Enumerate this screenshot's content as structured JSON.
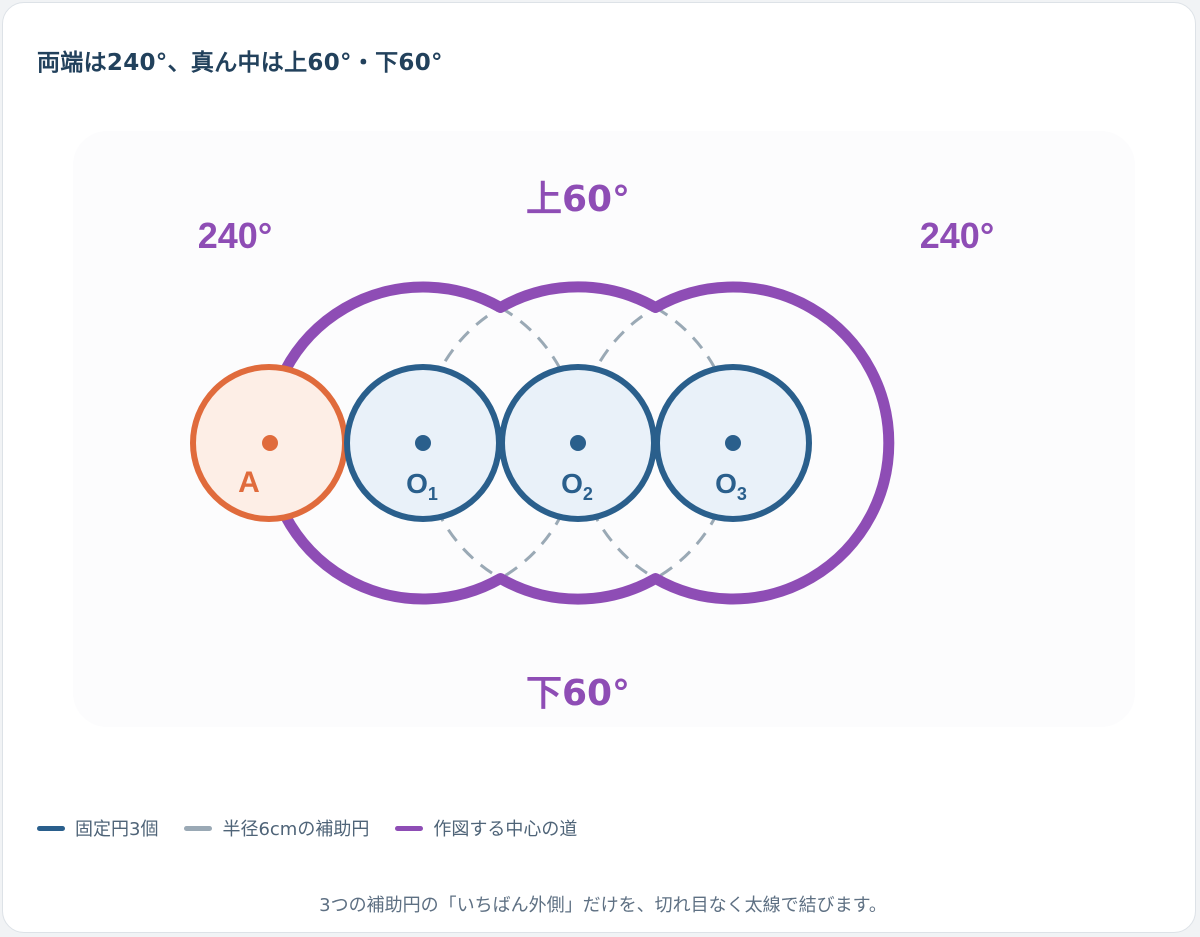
{
  "title": "両端は240°、真ん中は上60°・下60°",
  "labels": {
    "angle_left": "240°",
    "angle_right": "240°",
    "angle_top": "上60°",
    "angle_bottom": "下60°",
    "point_a": "A",
    "point_o1": "O",
    "point_o1_sub": "1",
    "point_o2": "O",
    "point_o2_sub": "2",
    "point_o3": "O",
    "point_o3_sub": "3"
  },
  "legend": [
    {
      "label": "固定円3個",
      "color": "#2a5f8c"
    },
    {
      "label": "半径6cmの補助円",
      "color": "#9aa9b5"
    },
    {
      "label": "作図する中心の道",
      "color": "#8e4db5"
    }
  ],
  "note": "3つの補助円の「いちばん外側」だけを、切れ目なく太線で結びます。",
  "colors": {
    "fixed": "#2a5f8c",
    "fixed_fill": "#e9f1f9",
    "auxiliary": "#9aa9b5",
    "path": "#8e4db5",
    "point_a": "#e06b3c",
    "point_a_fill": "#fdeee6"
  }
}
